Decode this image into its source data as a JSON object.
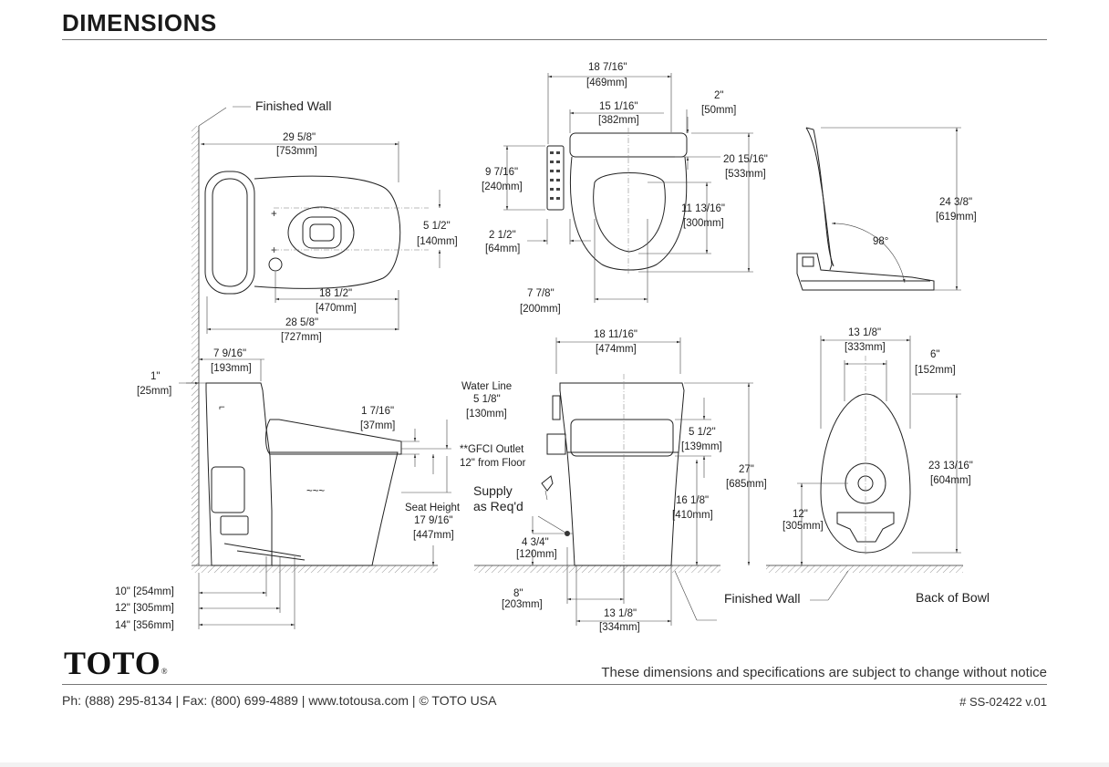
{
  "header": {
    "title": "DIMENSIONS"
  },
  "plan_view": {
    "finished_wall": "Finished Wall",
    "overall_length": "29 5/8\"",
    "overall_length_mm": "[753mm]",
    "bolt_spacing": "5 1/2\"",
    "bolt_spacing_mm": "[140mm]",
    "to_bolts": "18 1/2\"",
    "to_bolts_mm": "[470mm]",
    "bowl_length": "28 5/8\"",
    "bowl_length_mm": "[727mm]"
  },
  "top_seat_view": {
    "width_overall": "18 7/16\"",
    "width_overall_mm": "[469mm]",
    "width_seat": "15 1/16\"",
    "width_seat_mm": "[382mm]",
    "hinge_offset": "2\"",
    "hinge_offset_mm": "[50mm]",
    "remote_height": "9 7/16\"",
    "remote_height_mm": "[240mm]",
    "remote_offset": "2 1/2\"",
    "remote_offset_mm": "[64mm]",
    "seat_depth": "20 15/16\"",
    "seat_depth_mm": "[533mm]",
    "opening": "11 13/16\"",
    "opening_mm": "[300mm]",
    "opening_width": "7 7/8\"",
    "opening_width_mm": "[200mm]"
  },
  "side_seat_view": {
    "height": "24 3/8\"",
    "height_mm": "[619mm]",
    "angle": "98°"
  },
  "side_elevation": {
    "top_offset": "1\"",
    "top_offset_mm": "[25mm]",
    "tank_depth": "7 9/16\"",
    "tank_depth_mm": "[193mm]",
    "seat_thickness": "1 7/16\"",
    "seat_thickness_mm": "[37mm]",
    "water_line_label": "Water Line",
    "water_line": "5 1/8\"",
    "water_line_mm": "[130mm]",
    "gfci_line1": "**GFCI Outlet",
    "gfci_line2": "12\" from Floor",
    "seat_height_label": "Seat Height",
    "seat_height": "17 9/16\"",
    "seat_height_mm": "[447mm]",
    "roughin_10": "10\" [254mm]",
    "roughin_12": "12\" [305mm]",
    "roughin_14": "14\" [356mm]"
  },
  "front_elevation": {
    "width": "18 11/16\"",
    "width_mm": "[474mm]",
    "supply_line1": "Supply",
    "supply_line2": "as Req'd",
    "supply_height": "4 3/4\"",
    "supply_height_mm": "[120mm]",
    "supply_offset": "8\"",
    "supply_offset_mm": "[203mm]",
    "seat_gap": "5 1/2\"",
    "seat_gap_mm": "[139mm]",
    "rim_height": "16 1/8\"",
    "rim_height_mm": "[410mm]",
    "total_height": "27\"",
    "total_height_mm": "[685mm]",
    "base_width": "13 1/8\"",
    "base_width_mm": "[334mm]",
    "finished_wall": "Finished Wall"
  },
  "back_view": {
    "width": "13 1/8\"",
    "width_mm": "[333mm]",
    "inner": "6\"",
    "inner_mm": "[152mm]",
    "height": "23 13/16\"",
    "height_mm": "[604mm]",
    "low": "12\"",
    "low_mm": "[305mm]",
    "label": "Back of Bowl"
  },
  "footer": {
    "logo": "TOTO",
    "logo_mark": "®",
    "disclaimer": "These dimensions and specifications are subject to change without notice",
    "contact": "Ph: (888) 295-8134 | Fax: (800) 699-4889 | www.totousa.com | © TOTO USA",
    "doc_number": "# SS-02422 v.01"
  }
}
